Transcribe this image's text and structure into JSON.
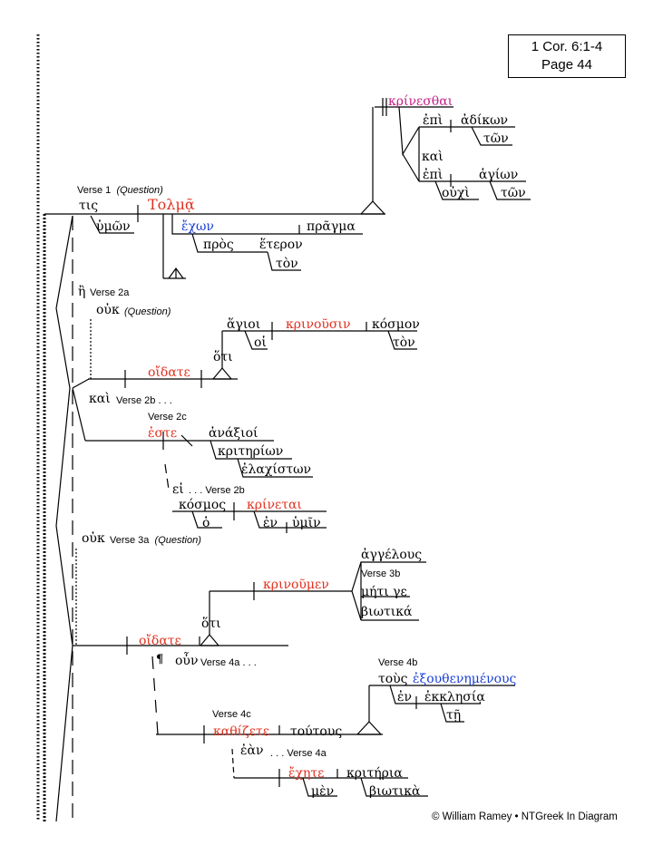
{
  "reference": {
    "line1": "1 Cor. 6:1-4",
    "line2": "Page 44"
  },
  "copyright": "© William Ramey • NTGreek In Diagram",
  "labels": {
    "v1": "Verse 1",
    "v1_q": "(Question)",
    "v2a": "Verse 2a",
    "ouk_q": "(Question)",
    "v2b": "Verse 2b . . .",
    "v2c": "Verse 2c",
    "ei_v2b": ". . . Verse 2b",
    "v3a": "Verse 3a",
    "v3a_q": "(Question)",
    "v3b": "Verse 3b",
    "v4a": "Verse 4a . . .",
    "v4b": "Verse 4b",
    "v4c": "Verse 4c",
    "ean_v4a": ". . . Verse 4a",
    "para": "¶"
  },
  "words": {
    "krinesthai": "κρίνεσθαι",
    "epi1": "ἐπὶ",
    "adikon": "ἀδίκων",
    "ton1": "τῶν",
    "kai1": "καὶ",
    "epi2": "ἐπὶ",
    "hagion": "ἁγίων",
    "ouchi": "οὐχὶ",
    "ton2": "τῶν",
    "tis": "τις",
    "tolma": "Τολμᾷ",
    "humon": "ὑμῶν",
    "echon": "ἔχων",
    "pragma": "πρᾶγμα",
    "pros": "πρὸς",
    "heteron": "ἕτερον",
    "ton3": "τὸν",
    "e": "ἢ",
    "ouk1": "οὐκ",
    "hagioi": "ἅγιοι",
    "hoi": "οἱ",
    "krinousin": "κρινοῦσιν",
    "kosmon": "κόσμον",
    "ton4": "τὸν",
    "hoti1": "ὅτι",
    "oidate1": "οἴδατε",
    "kai2": "καὶ",
    "este": "ἐστε",
    "anaxioi": "ἀνάξιοί",
    "kriterion": "κριτηρίων",
    "elachiston": "ἐλαχίστων",
    "ei": "εἰ",
    "kosmos": "κόσμος",
    "krinetai": "κρίνεται",
    "ho": "ὁ",
    "en1": "ἐν",
    "humin": "ὑμῖν",
    "ouk2": "οὐκ",
    "angelous": "ἀγγέλους",
    "krinoumen": "κρινοῦμεν",
    "meti_ge": "μήτι γε",
    "biotika1": "βιωτικά",
    "hoti2": "ὅτι",
    "oidate2": "οἴδατε",
    "oun": "οὖν",
    "tous": "τοὺς",
    "exouthenemenous": "ἐξουθενημένους",
    "en2": "ἐν",
    "ekklesia": "ἐκκλησίᾳ",
    "te": "τῇ",
    "kathizete": "καθίζετε",
    "toutous": "τούτους",
    "ean": "ἐὰν",
    "echete": "ἔχητε",
    "kriteria": "κριτήρια",
    "men": "μὲν",
    "biotika2": "βιωτικὰ"
  }
}
